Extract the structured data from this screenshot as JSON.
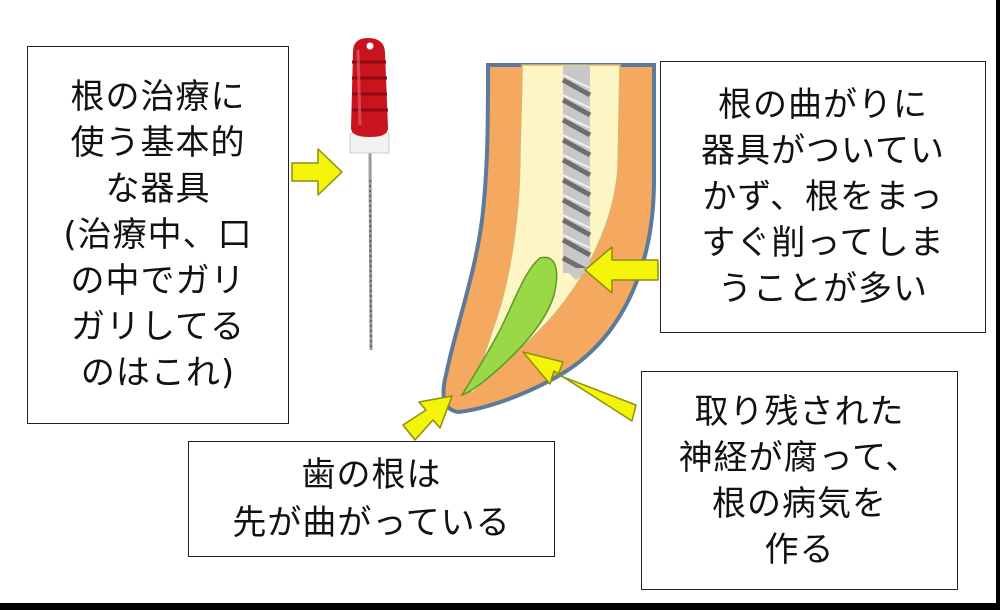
{
  "labels": {
    "instrument": [
      "根の治療に",
      "使う基本的",
      "な器具",
      "(治療中、口",
      "の中でガリ",
      "ガリしてる",
      "のはこれ)"
    ],
    "curve_problem": [
      "根の曲がりに",
      "器具がついてい",
      "かず、根をまっ",
      "すぐ削ってしま",
      "うことが多い"
    ],
    "root_tip": [
      "歯の根は",
      "先が曲がっている"
    ],
    "remaining_nerve": [
      "取り残された",
      "神経が腐って、",
      "根の病気を",
      "作る"
    ]
  },
  "colors": {
    "arrow": "#f4f40a",
    "dentin": "#f5a860",
    "pulp": "#fdf5c4",
    "nerve": "#9bd848",
    "outline": "#5c7a9c",
    "file_handle": "#c8141e"
  }
}
